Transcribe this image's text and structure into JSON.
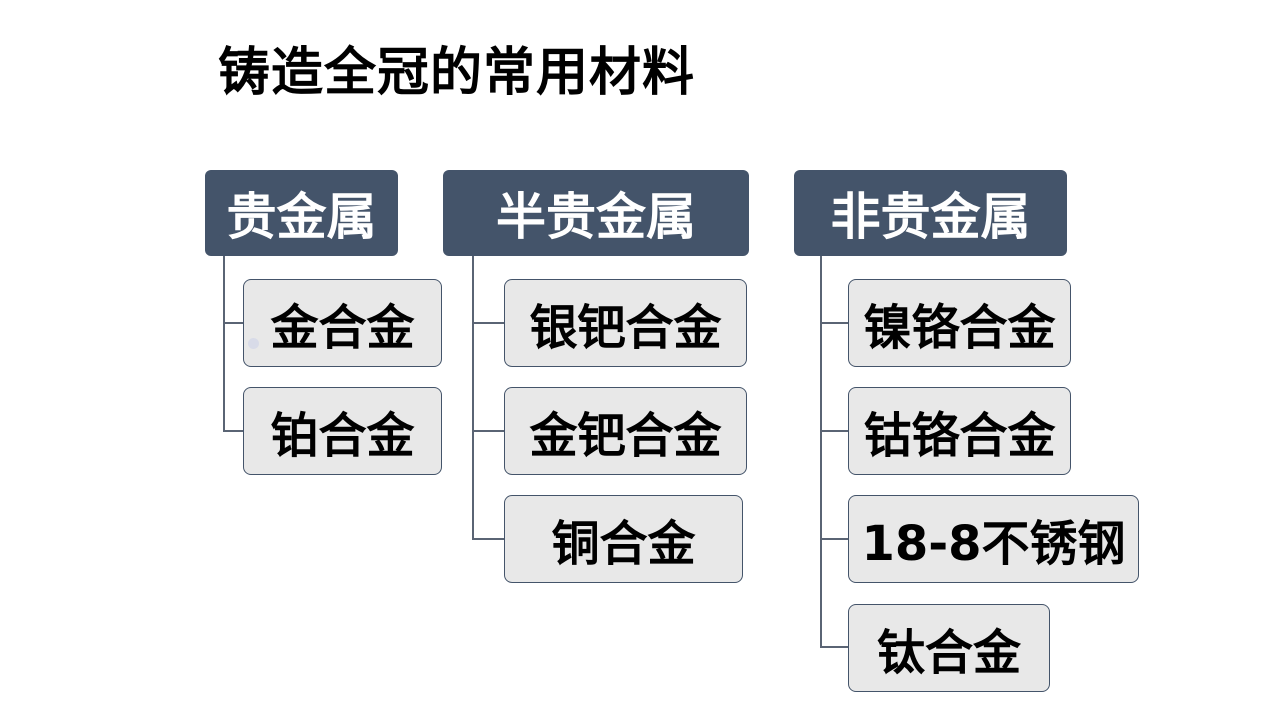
{
  "title": "铸造全冠的常用材料",
  "groups": [
    {
      "header": "贵金属",
      "items": [
        "金合金",
        "铂合金"
      ]
    },
    {
      "header": "半贵金属",
      "items": [
        "银钯合金",
        "金钯合金",
        "铜合金"
      ]
    },
    {
      "header": "非贵金属",
      "items": [
        "镍铬合金",
        "钴铬合金",
        "18-8不锈钢",
        "钛合金"
      ]
    }
  ],
  "colors": {
    "header_bg": "#44546a",
    "header_text": "#ffffff",
    "item_bg": "#e8e8e8",
    "item_border": "#44546a",
    "connector": "#5a6474"
  }
}
